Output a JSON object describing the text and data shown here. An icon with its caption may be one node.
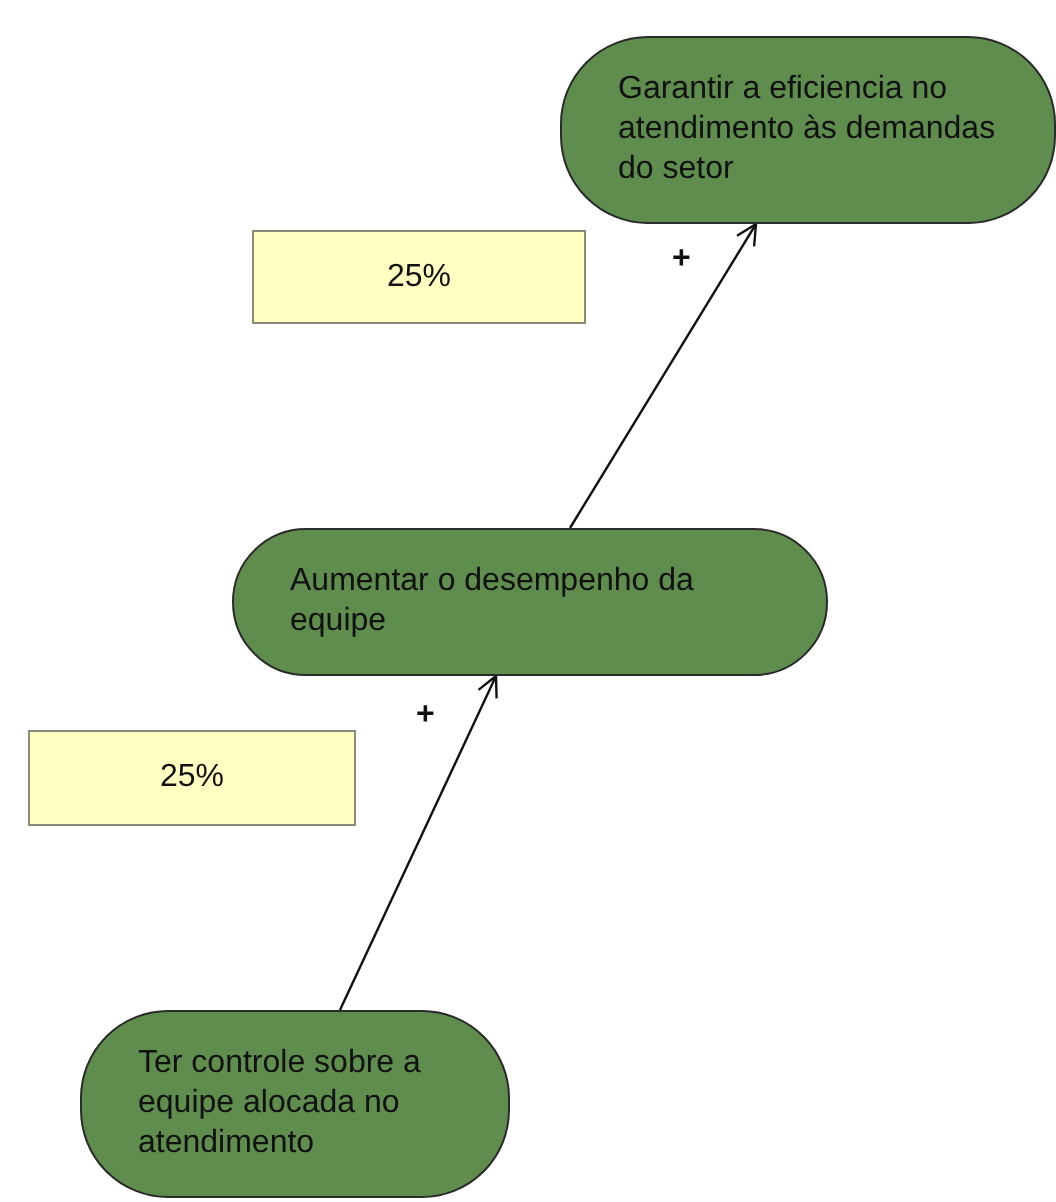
{
  "diagram": {
    "nodes": [
      {
        "text": [
          "Garantir a eficiencia no atendimento às demandas do setor"
        ]
      },
      {
        "text": [
          "25%"
        ]
      },
      {
        "text": [
          "Aumentar o desempenho da equipe"
        ]
      },
      {
        "text": [
          "25%"
        ]
      },
      {
        "text": [
          "Ter controle sobre a equipe alocada no atendimento"
        ]
      }
    ],
    "edges": [
      {
        "from": 2,
        "to": 0,
        "arrow": "to",
        "label": "+"
      },
      {
        "from": 4,
        "to": 2,
        "arrow": "to",
        "label": "+"
      }
    ]
  }
}
